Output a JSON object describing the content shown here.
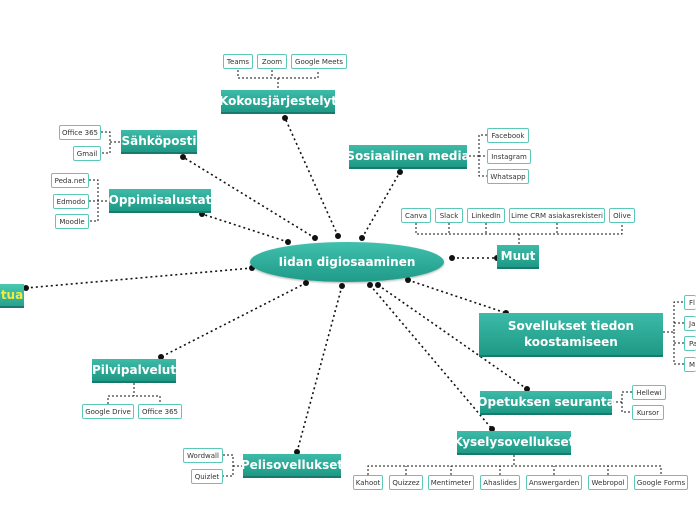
{
  "center": "Iidan digiosaaminen",
  "topics": {
    "kokous": "Kokousjärjestelyt",
    "sahkoposti": "Sähköposti",
    "oppimisalustat": "Oppimisalustat",
    "sosiaalinen": "Sosiaalinen media",
    "muut": "Muut",
    "tua": "tua",
    "sovellukset": "Sovellukset tiedon koostamiseen",
    "pilvipalvelut": "Pilvipalvelut",
    "opetuksen": "Opetuksen seuranta",
    "kysely": "Kyselysovellukset",
    "peli": "Pelisovellukset"
  },
  "leaves": {
    "kokous": [
      "Teams",
      "Zoom",
      "Google Meets"
    ],
    "sahkoposti": [
      "Office 365",
      "Gmail"
    ],
    "oppimisalustat": [
      "Peda.net",
      "Edmodo",
      "Moodle"
    ],
    "sosiaalinen": [
      "Facebook",
      "Instagram",
      "Whatsapp"
    ],
    "muut": [
      "Canva",
      "Slack",
      "LinkedIn",
      "Lime CRM asiakasrekisteri",
      "Olive"
    ],
    "sovellukset": [
      "Fl",
      "Ja",
      "Pa",
      "M"
    ],
    "pilvipalvelut": [
      "Google Drive",
      "Office 365"
    ],
    "opetuksen": [
      "Hellewi",
      "Kursor"
    ],
    "kysely": [
      "Kahoot",
      "Quizzez",
      "Mentimeter",
      "Ahaslides",
      "Answergarden",
      "Webropol",
      "Google Forms"
    ],
    "peli": [
      "Wordwall",
      "Quizlet"
    ]
  }
}
